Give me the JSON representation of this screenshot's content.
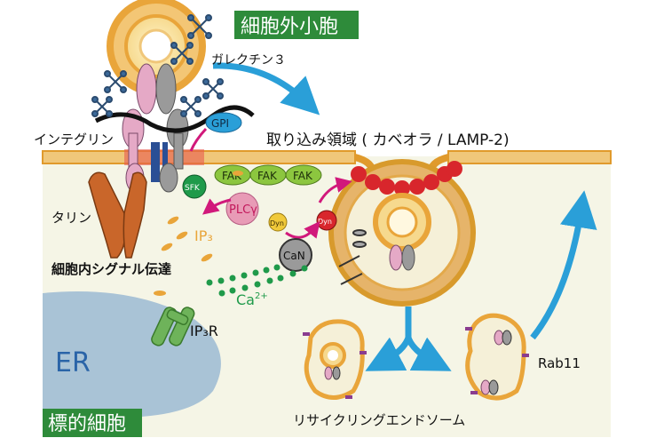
{
  "labels": {
    "exosome": "細胞外小胞",
    "galectin3": "ガレクチン３",
    "uptake_region": "取り込み領域 ( カベオラ / LAMP-2)",
    "integrin": "インテグリン",
    "gpi": "GPI",
    "talin": "タリン",
    "fak": "FAK",
    "sfk": "SFK",
    "plcg": "PLCγ",
    "dyn": "Dyn",
    "ip3": "IP₃",
    "can": "CaN",
    "signaling": "細胞内シグナル伝達",
    "ca": "Ca",
    "ca_sup": "2+",
    "ip3r": "IP₃R",
    "er": "ER",
    "target_cell": "標的細胞",
    "recycling_endosome": "リサイクリングエンドソーム",
    "rab11": "Rab11"
  },
  "colors": {
    "green_box": "#2e8b3a",
    "orange": "#e9a53a",
    "blue_arrow": "#2a9fd8",
    "membrane_red": "#d8262c",
    "magenta": "#d1197b",
    "er_blue": "#a9c3d6",
    "cell_bg": "#f5f5e6",
    "purple": "#8a3c8f",
    "pink": "#e5a9c6",
    "gray": "#9a9a9a",
    "brown": "#c9662a",
    "ip3r_green": "#6eb35a",
    "dots_green": "#1f9a4a",
    "fak_green": "#8cc63f"
  }
}
